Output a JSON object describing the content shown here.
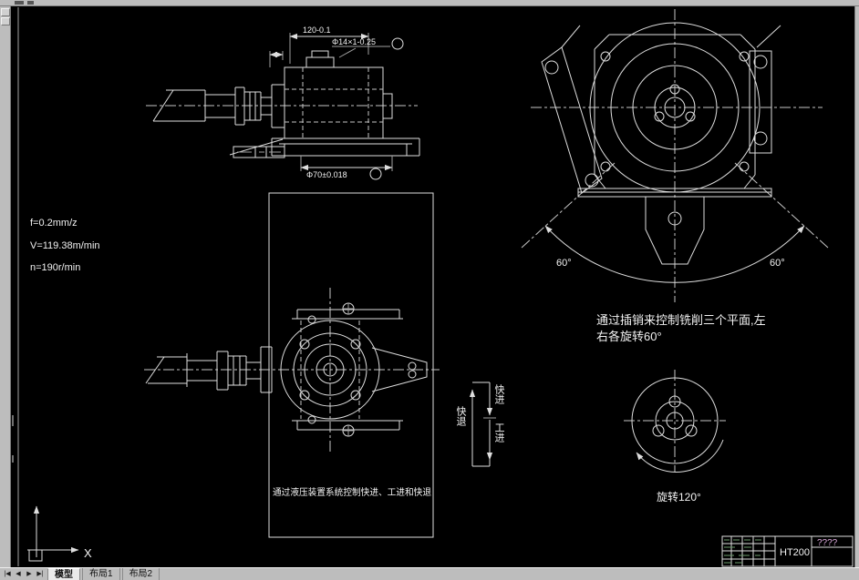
{
  "colors": {
    "canvas_bg": "#000000",
    "line": "#dedede",
    "chrome": "#bdbdbd",
    "placeholder_text": "#dba8db"
  },
  "params": {
    "feed": "f=0.2mm/z",
    "speed": "V=119.38m/min",
    "spindle": "n=190r/min"
  },
  "view_side": {
    "dim_width": "120-0.1",
    "dim_bore": "Φ14×1-0.25",
    "dim_base": "Φ70±0.018"
  },
  "view_front": {
    "note": "通过液压装置系统控制快进、工进和快退"
  },
  "feed_cycle": {
    "rapid_advance": "快进",
    "work_feed": "工进",
    "rapid_return": "快退"
  },
  "view_rotary": {
    "angle_left": "60°",
    "angle_right": "60°",
    "note_line1": "通过插销来控制铣削三个平面,左",
    "note_line2": "右各旋转60°"
  },
  "view_index": {
    "note": "旋转120°"
  },
  "title_block": {
    "material": "HT200",
    "placeholder": "????"
  },
  "ucs": {
    "x_label": "X"
  },
  "chrome": {
    "tab_nav": [
      "|◀",
      "◀",
      "▶",
      "▶|"
    ],
    "tabs": [
      {
        "label": "模型",
        "active": true
      },
      {
        "label": "布局1",
        "active": false
      },
      {
        "label": "布局2",
        "active": false
      }
    ]
  }
}
